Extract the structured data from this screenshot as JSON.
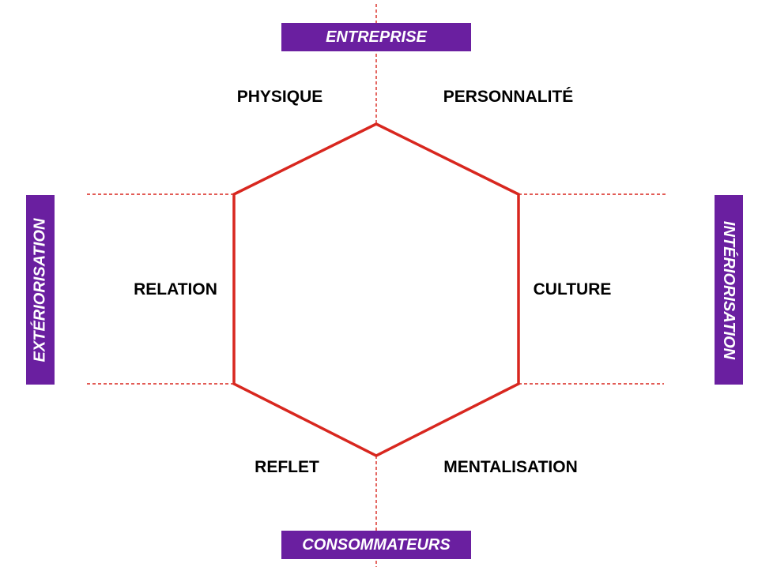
{
  "colors": {
    "accent": "#6a1fa0",
    "line": "#d8271f",
    "text": "#000000",
    "box_text": "#ffffff"
  },
  "boxes": {
    "top": "ENTREPRISE",
    "bottom": "CONSOMMATEURS",
    "left": "EXTÉRIORISATION",
    "right": "INTÉRIORISATION"
  },
  "facets": {
    "physique": "PHYSIQUE",
    "personnalite": "PERSONNALITÉ",
    "relation": "RELATION",
    "culture": "CULTURE",
    "reflet": "REFLET",
    "mentalisation": "MENTALISATION"
  }
}
